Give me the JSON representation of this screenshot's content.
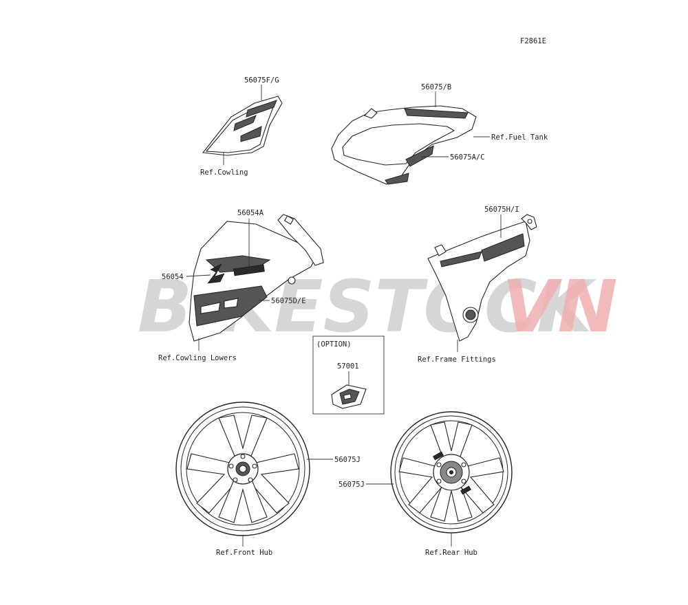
{
  "diagram_code": "F2861E",
  "watermark": {
    "part1": "BIKESTOCK",
    "part2": "VN",
    "color1": "#cfcfcf",
    "color2": "#f0b0b0"
  },
  "callouts": {
    "c_56075FG": "56075F/G",
    "c_ref_cowling": "Ref.Cowling",
    "c_56075B": "56075/B",
    "c_ref_fuel_tank": "Ref.Fuel Tank",
    "c_56075AC": "56075A/C",
    "c_56054A": "56054A",
    "c_56054": "56054",
    "c_56075DE": "56075D/E",
    "c_ref_cowling_lowers": "Ref.Cowling Lowers",
    "c_56075HI": "56075H/I",
    "c_ref_frame_fittings": "Ref.Frame Fittings",
    "c_option": "(OPTION)",
    "c_57001": "57001",
    "c_56075J_front": "56075J",
    "c_56075J_rear": "56075J",
    "c_ref_front_hub": "Ref.Front Hub",
    "c_ref_rear_hub": "Ref.Rear Hub"
  }
}
